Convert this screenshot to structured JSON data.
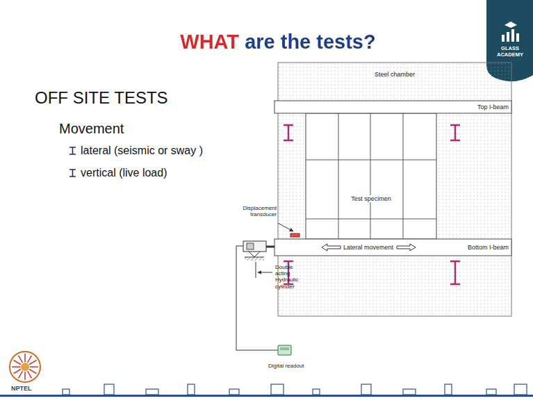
{
  "diagram": {
    "title": "WHAT are the tests?",
    "nodes": [
      {
        "text": [
          "Steel chamber"
        ]
      },
      {
        "text": [
          "Top I-beam"
        ],
        "in": 0
      },
      {
        "text": [
          "Test specimen"
        ],
        "in": 0
      },
      {
        "text": [
          "Lateral movement",
          "Bottom I-beam"
        ],
        "in": 0
      }
    ],
    "labels": [
      "OFF SITE TESTS",
      "Movement",
      "lateral (seismic or sway )",
      "vertical (live load)",
      "Displacement transducer",
      "Double acting Hydraulic cylinder",
      "Digital readout",
      "GLASS ACADEMY",
      "NPTEL"
    ]
  }
}
